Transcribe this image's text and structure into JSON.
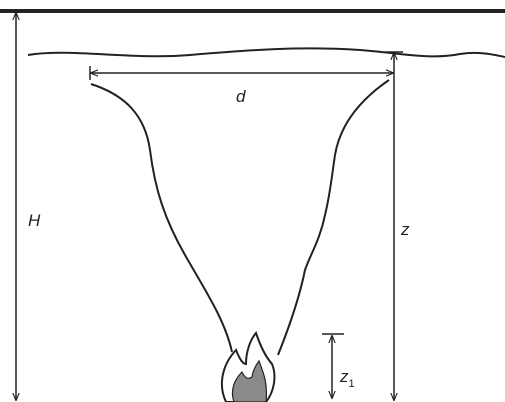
{
  "labels": {
    "height": "H",
    "width": "d",
    "depth": "z",
    "flame_height_base": "z",
    "flame_height_sub": "1"
  },
  "colors": {
    "ink": "#222222",
    "flame_outer": "#ffffff",
    "flame_inner": "#8a8a8a",
    "background": "#ffffff"
  }
}
